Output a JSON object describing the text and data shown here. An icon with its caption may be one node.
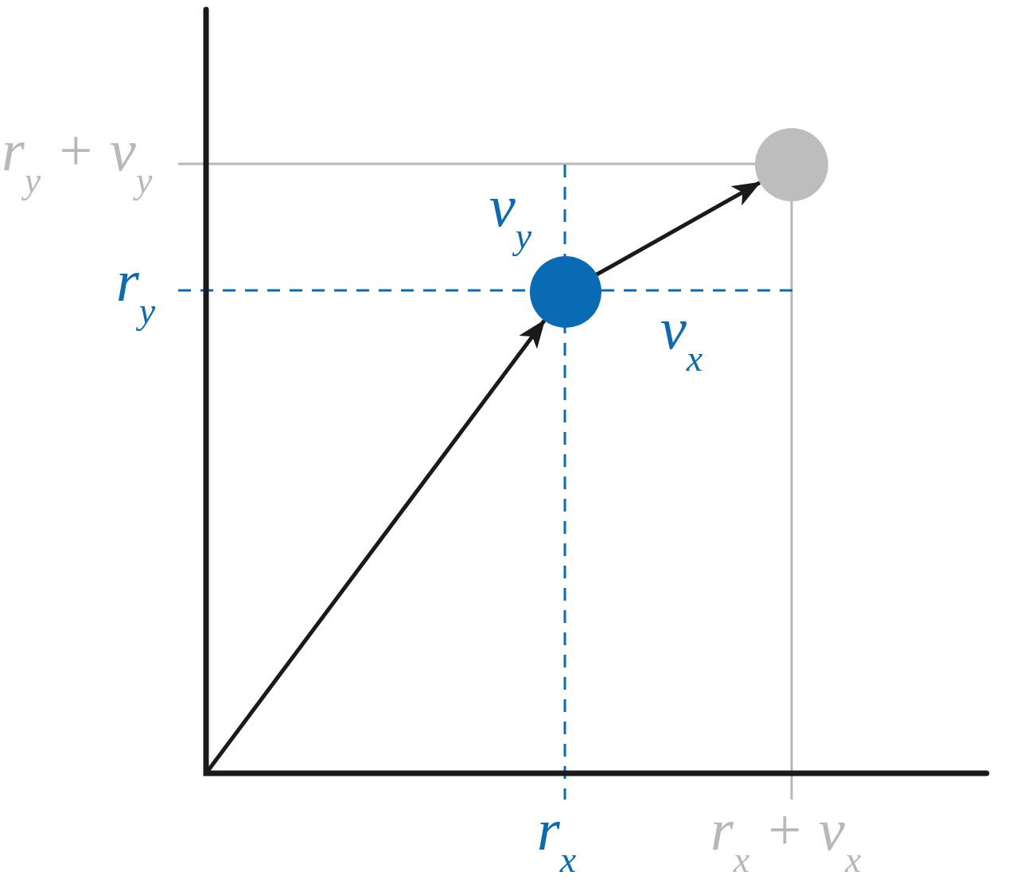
{
  "diagram": {
    "nodes": [
      {
        "text": [],
        "shape": "circle"
      },
      {
        "text": [],
        "shape": "circle"
      }
    ],
    "edges": [
      {
        "from": null,
        "to": 0,
        "arrow": "to"
      },
      {
        "from": 0,
        "to": 1,
        "arrow": "to"
      }
    ],
    "labels": [
      "r$_{y}$ + v$_{y}$",
      "v$_{y}$",
      "r$_{y}$",
      "v$_{x}$",
      "r$_{x}$",
      "r$_{x}$ + v$_{x}$"
    ]
  }
}
